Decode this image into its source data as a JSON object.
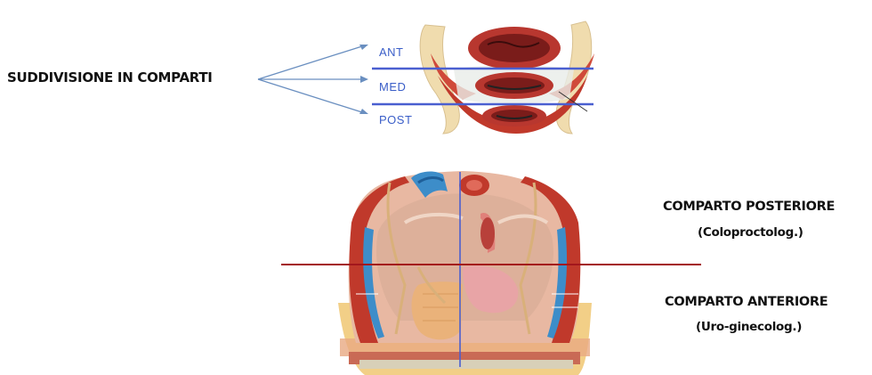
{
  "title": "SUDDIVISIONE IN COMPARTI",
  "zones": {
    "ant": "ANT",
    "med": "MED",
    "post": "POST"
  },
  "compartments": {
    "posterior": {
      "title": "COMPARTO POSTERIORE",
      "subtitle": "(Coloproctolog.)"
    },
    "anterior": {
      "title": "COMPARTO ANTERIORE",
      "subtitle": "(Uro-ginecolog.)"
    }
  },
  "colors": {
    "divider_blue": "#4a5fd0",
    "divider_red": "#a3161c",
    "arrow": "#6a8fc0",
    "zone_text": "#3a5ec8",
    "muscle": "#c0392b",
    "bone": "#f0dcae",
    "organ": "#7a1c1a",
    "vessel_blue": "#3d8dc9"
  },
  "icons": {
    "top_figure": "pelvic-cross-section-illustration",
    "bottom_figure": "pelvic-coronal-anatomy-illustration"
  }
}
